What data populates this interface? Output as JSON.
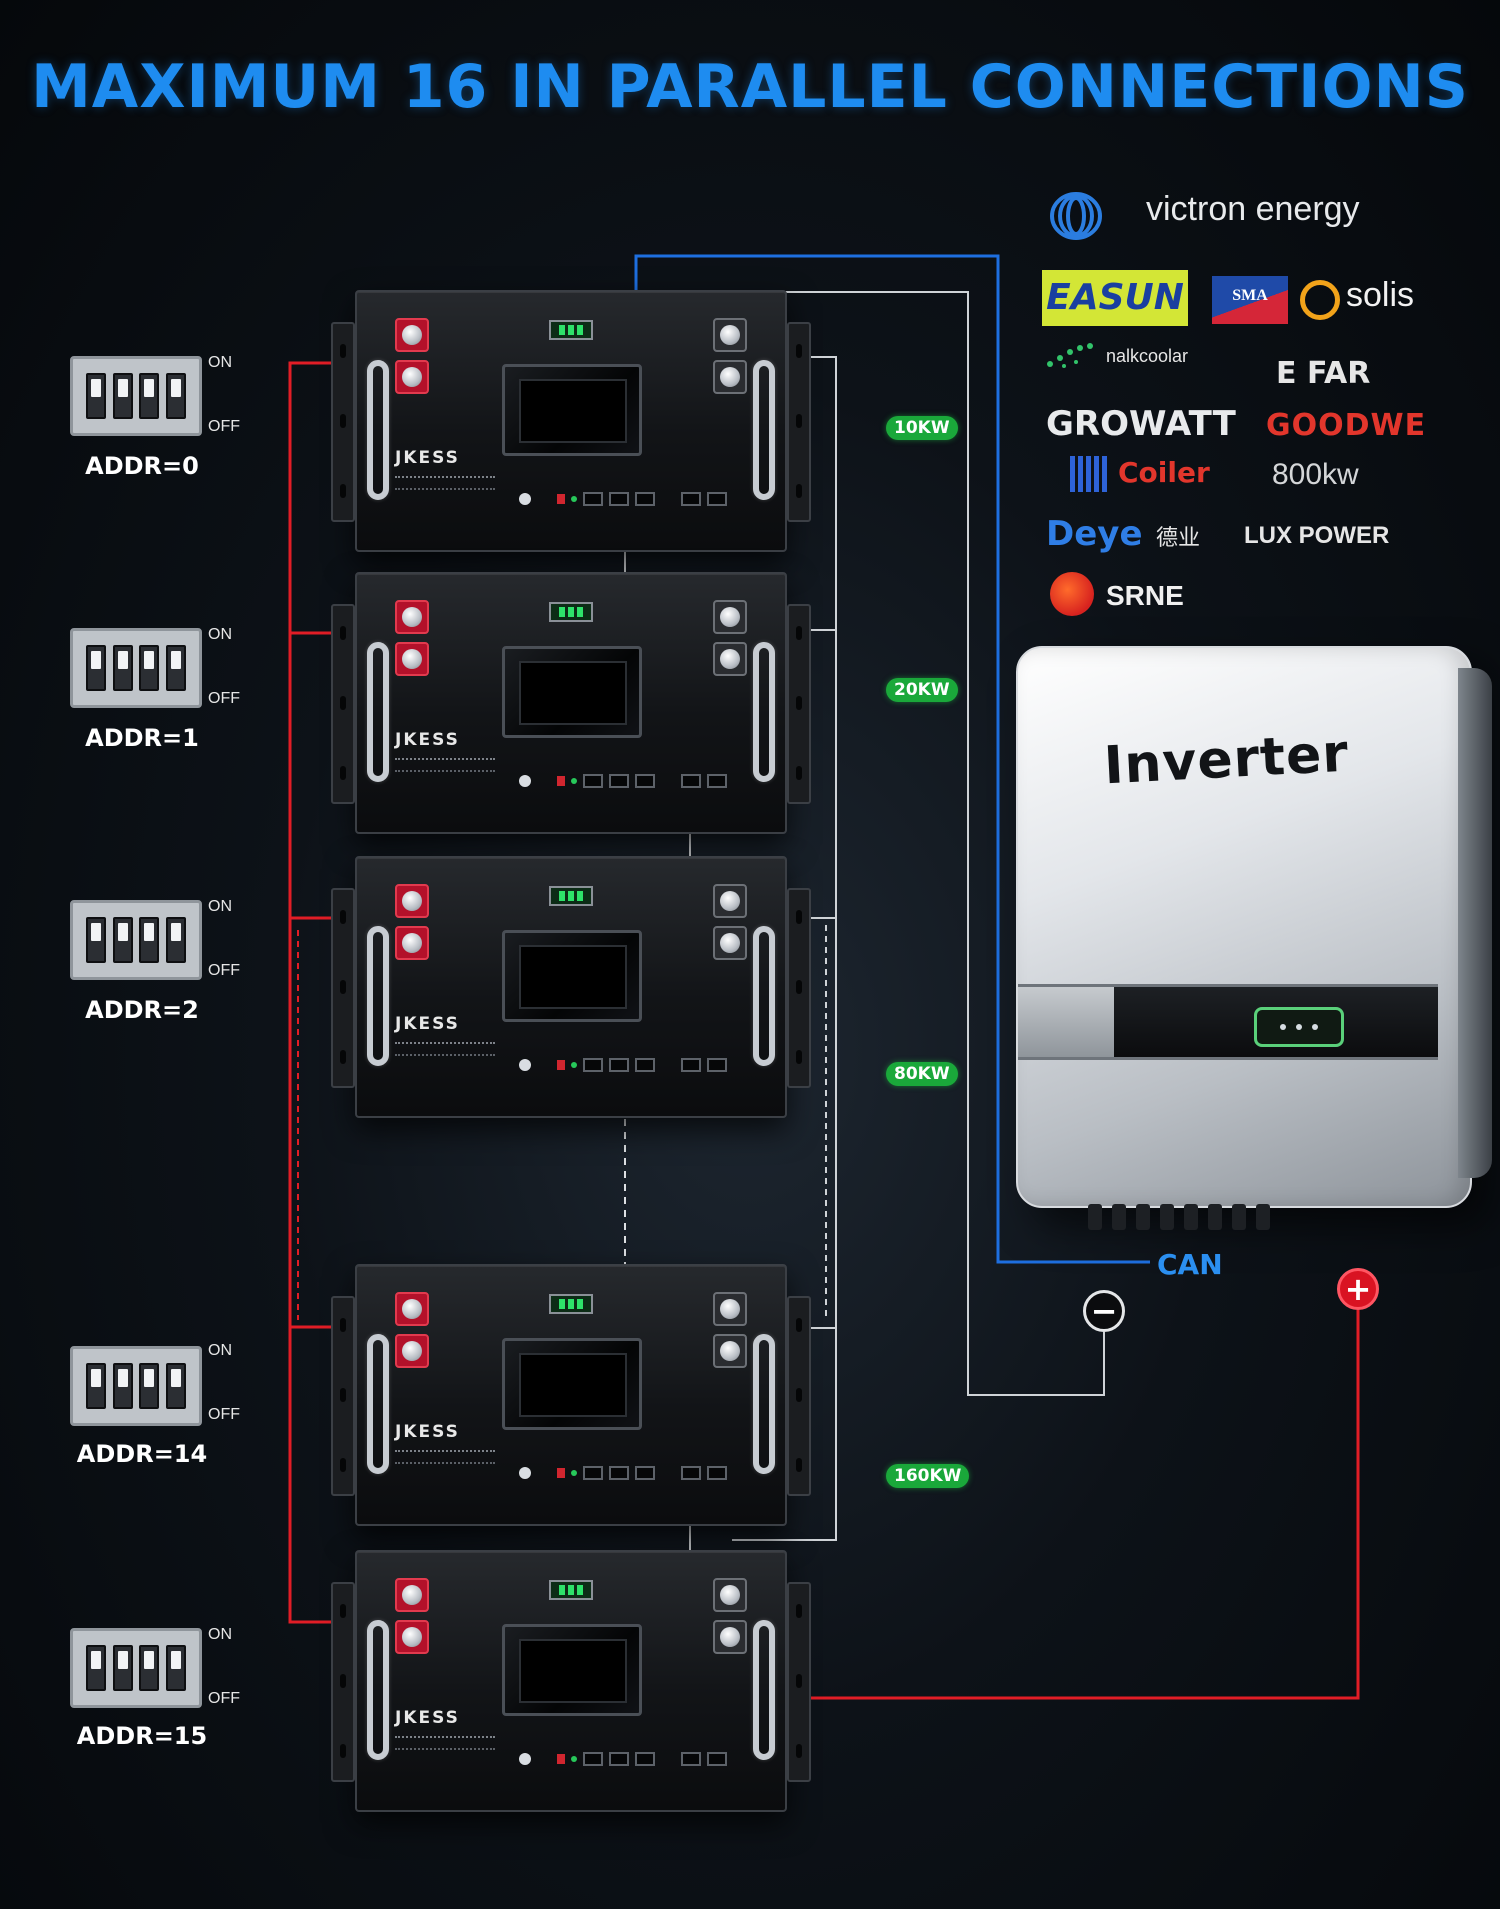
{
  "title": "MAXIMUM 16 IN PARALLEL CONNECTIONS",
  "battery_brand": "JKESS",
  "dip_on_label": "ON",
  "dip_off_label": "OFF",
  "batteries": [
    {
      "address": "ADDR=0"
    },
    {
      "address": "ADDR=1"
    },
    {
      "address": "ADDR=2"
    },
    {
      "address": "ADDR=14"
    },
    {
      "address": "ADDR=15"
    }
  ],
  "power_levels": [
    "10KW",
    "20KW",
    "80KW",
    "160KW"
  ],
  "inverter": {
    "label": "Inverter",
    "can_label": "CAN",
    "negative_symbol": "−",
    "positive_symbol": "+"
  },
  "compatible_brands": {
    "victron": "victron energy",
    "easun": "EASUN",
    "sma": "SMA",
    "solis": "solis",
    "nalk": "nalkcoolar",
    "efar": "E FAR",
    "growatt": "GROWATT",
    "goodwe": "GOODWE",
    "cooler": "Coiler",
    "kw800": "800kw",
    "deye": "Deye",
    "deye_cn": "德业",
    "lux": "LUX POWER",
    "srne": "SRNE"
  },
  "colors": {
    "title": "#1e8cf0",
    "can_wire": "#1e6fe0",
    "positive_wire": "#e11d26",
    "negative_wire": "#d0d0d0",
    "power_badge": "#1aa83a"
  }
}
